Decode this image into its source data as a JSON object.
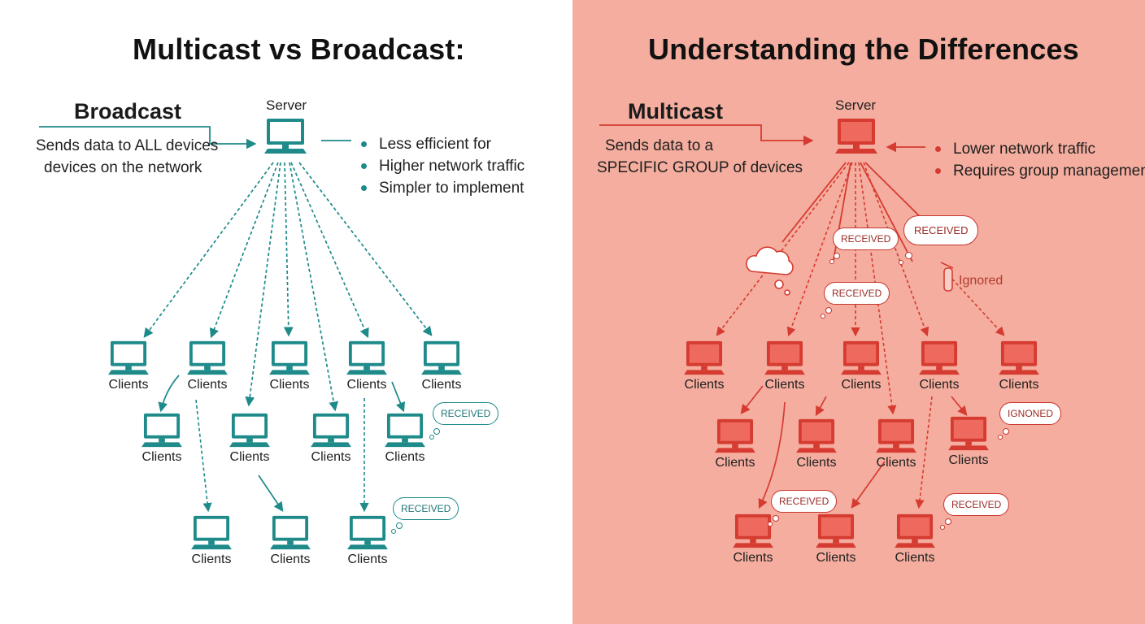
{
  "title_left": "Multicast vs Broadcast:",
  "title_right": "Understanding the Differences",
  "broadcast": {
    "heading": "Broadcast",
    "desc": [
      "Sends data to ALL devices",
      "devices on the network"
    ],
    "server_label": "Server",
    "bullets": [
      "Less efficient for",
      "Higher network traffic",
      "Simpler to implement"
    ],
    "client_label": "Clients",
    "bubble_received": "RECEIVED",
    "color": "#1e8a8a"
  },
  "multicast": {
    "heading": "Multicast",
    "desc": [
      "Sends data to a",
      "SPECIFIC GROUP of devices"
    ],
    "server_label": "Server",
    "bullets": [
      "Lower network traffic",
      "Requires group management"
    ],
    "client_label": "Clients",
    "bubble_received": "RECEIVED",
    "bubble_ignored": "IGNONED",
    "ignored_label": "Ignored",
    "color": "#d63b31"
  },
  "icons": [
    "computer-monitor-icon",
    "cloud-icon",
    "speech-bubble-icon",
    "blocked-tube-icon"
  ]
}
